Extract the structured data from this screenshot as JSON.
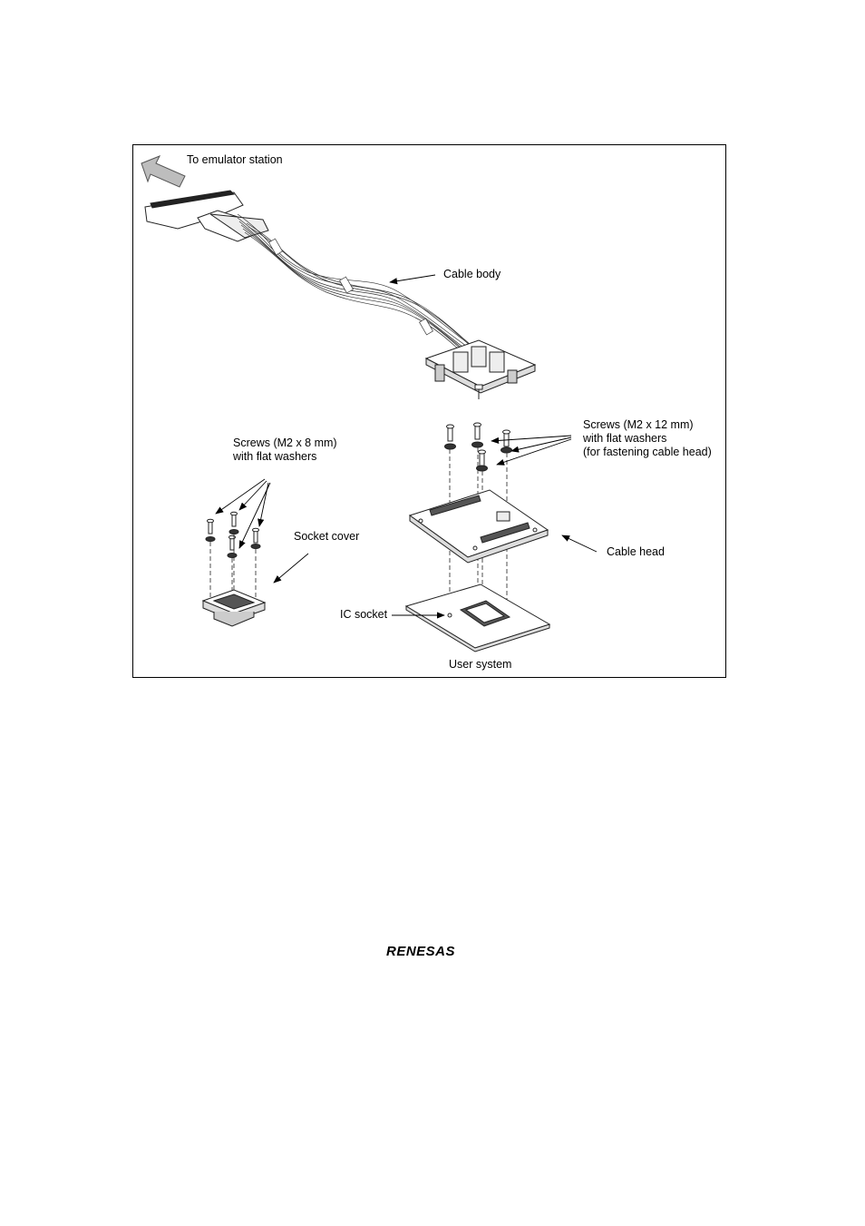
{
  "labels": {
    "emulator": "To emulator station",
    "cable_body": "Cable body",
    "screws_12": "Screws (M2 x 12 mm)\nwith flat washers\n(for fastening cable head)",
    "screws_8": "Screws (M2 x 8 mm)\nwith flat washers",
    "socket_cover": "Socket cover",
    "cable_head": "Cable head",
    "ic_socket": "IC socket",
    "user_system": "User system"
  },
  "logo": {
    "text": "RENESAS"
  }
}
